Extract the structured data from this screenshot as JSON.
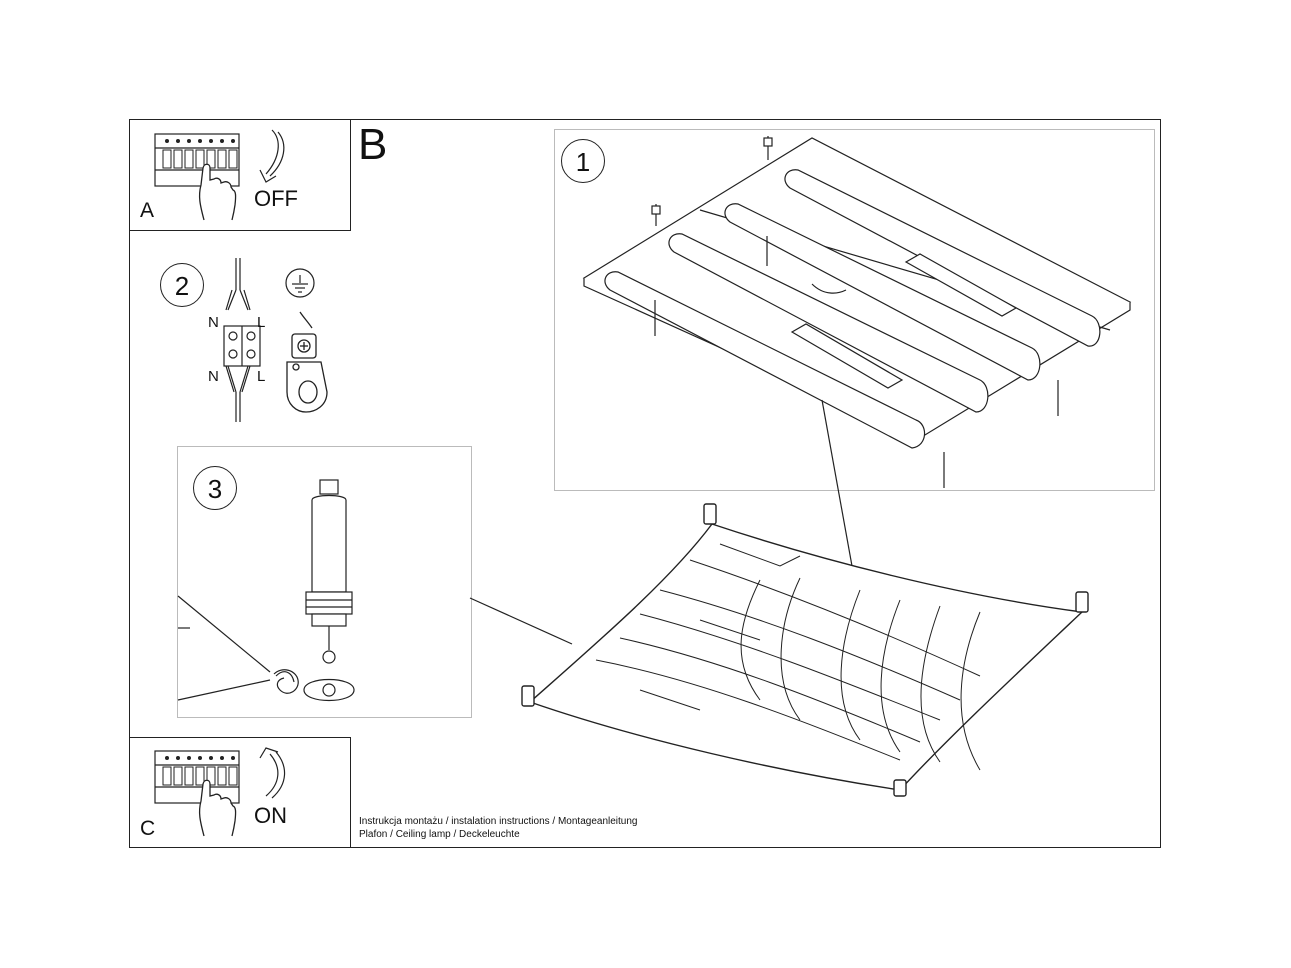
{
  "sections": {
    "a_label": "A",
    "a_state": "OFF",
    "b_label": "B",
    "c_label": "C",
    "c_state": "ON"
  },
  "steps": {
    "step1": "1",
    "step2": "2",
    "step3": "3"
  },
  "wiring": {
    "n_top": "N",
    "l_top": "L",
    "n_bottom": "N",
    "l_bottom": "L"
  },
  "caption": {
    "line1": "Instrukcja montażu / instalation instructions / Montageanleitung",
    "line2": "Plafon / Ceiling lamp / Deckeleuchte"
  }
}
